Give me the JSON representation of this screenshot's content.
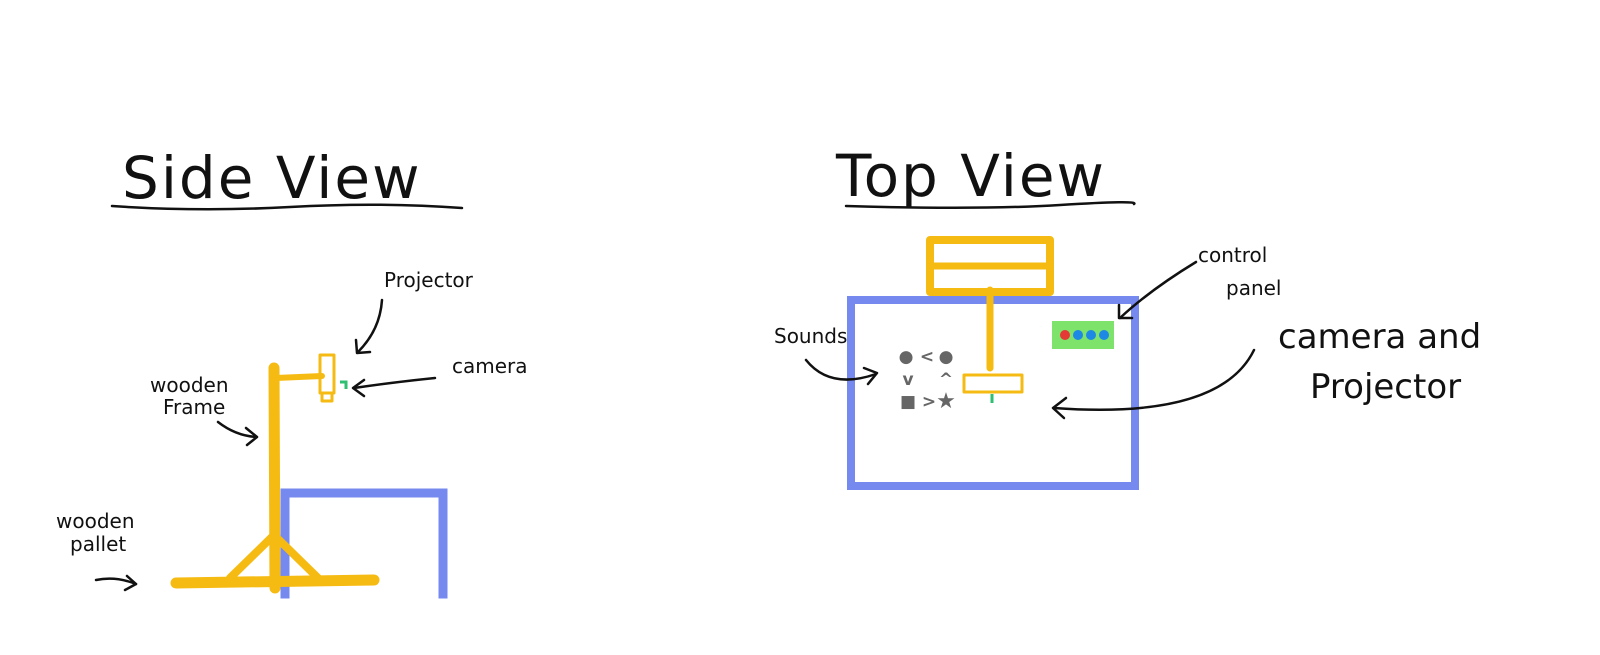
{
  "side_view": {
    "title": "Side View",
    "labels": {
      "projector": "Projector",
      "camera": "camera",
      "wooden_frame_line1": "wooden",
      "wooden_frame_line2": "Frame",
      "wooden_pallet_line1": "wooden",
      "wooden_pallet_line2": "pallet"
    }
  },
  "top_view": {
    "title": "Top View",
    "labels": {
      "control_panel_line1": "control",
      "control_panel_line2": "panel",
      "sounds": "Sounds",
      "camera_projector_line1": "camera and",
      "camera_projector_line2": "Projector"
    },
    "sound_symbols": [
      "●",
      "<",
      "●",
      "v",
      "^",
      "■",
      ">",
      "★"
    ],
    "control_panel_lights": [
      "#e53935",
      "#1e88e5",
      "#1e88e5",
      "#1e88e5"
    ]
  },
  "colors": {
    "wood": "#f6bb13",
    "tub": "#7589ee",
    "panel": "#7ee36a",
    "camera": "#2fbf71",
    "ink": "#111111",
    "symbol": "#666666"
  }
}
